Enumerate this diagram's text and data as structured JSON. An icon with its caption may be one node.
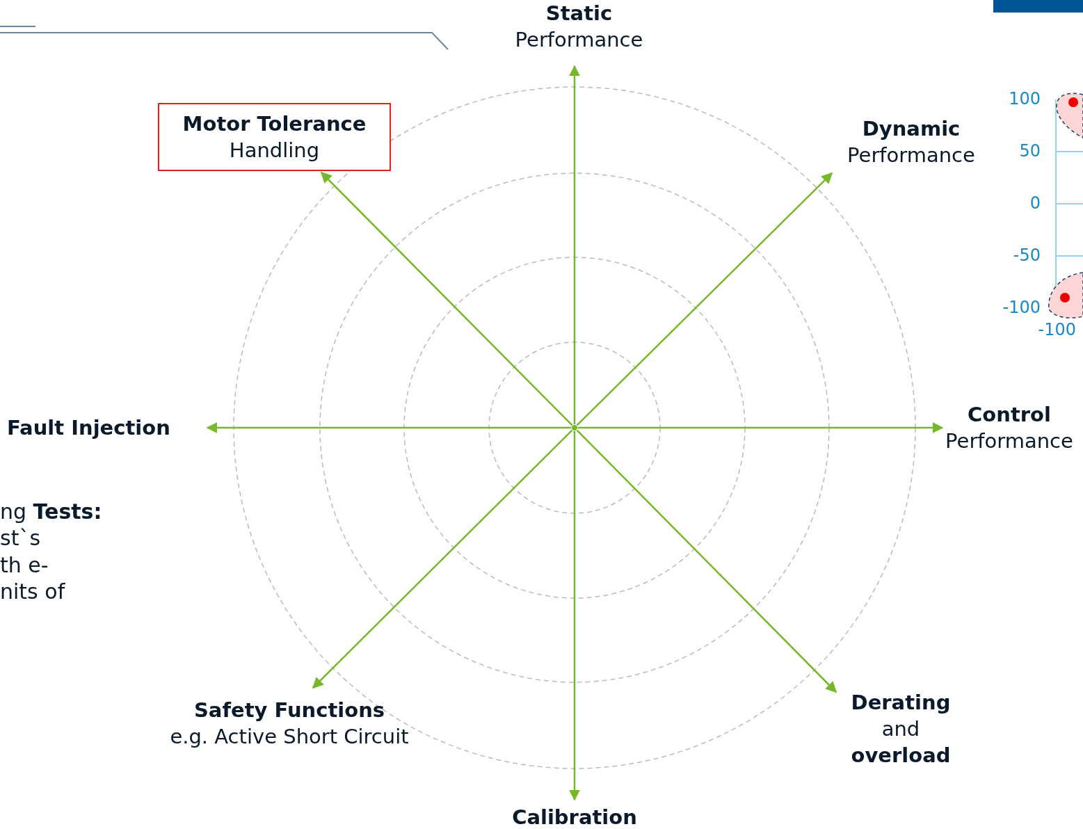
{
  "diagram": {
    "nodes": [
      {
        "text": [],
        "shape": "dot"
      },
      {
        "text": [
          "Static",
          "Performance"
        ]
      },
      {
        "text": [
          "Dynamic",
          "Performance"
        ]
      },
      {
        "text": [
          "Control",
          "Performance"
        ]
      },
      {
        "text": [
          "**Derating** and **overload**"
        ]
      },
      {
        "text": [
          "Calibration"
        ]
      },
      {
        "text": [
          "Safety Functions",
          "e.g. Active Short Circuit"
        ]
      },
      {
        "text": [
          "Fault Injection"
        ]
      },
      {
        "text": [
          "Motor Tolerance",
          "Handling"
        ]
      }
    ],
    "edges": [
      {
        "from": 0,
        "to": 1,
        "arrow": "to"
      },
      {
        "from": 0,
        "to": 2,
        "arrow": "to"
      },
      {
        "from": 0,
        "to": 3,
        "arrow": "to"
      },
      {
        "from": 0,
        "to": 4,
        "arrow": "to"
      },
      {
        "from": 0,
        "to": 5,
        "arrow": "to"
      },
      {
        "from": 0,
        "to": 6,
        "arrow": "to"
      },
      {
        "from": 0,
        "to": 7,
        "arrow": "to"
      },
      {
        "from": 0,
        "to": 8,
        "arrow": "to"
      }
    ],
    "labels": [
      "100",
      "50",
      "0",
      "-50",
      "-100",
      "-100",
      "ng **Tests:**",
      "st`s",
      "th e-",
      "nits of"
    ]
  }
}
